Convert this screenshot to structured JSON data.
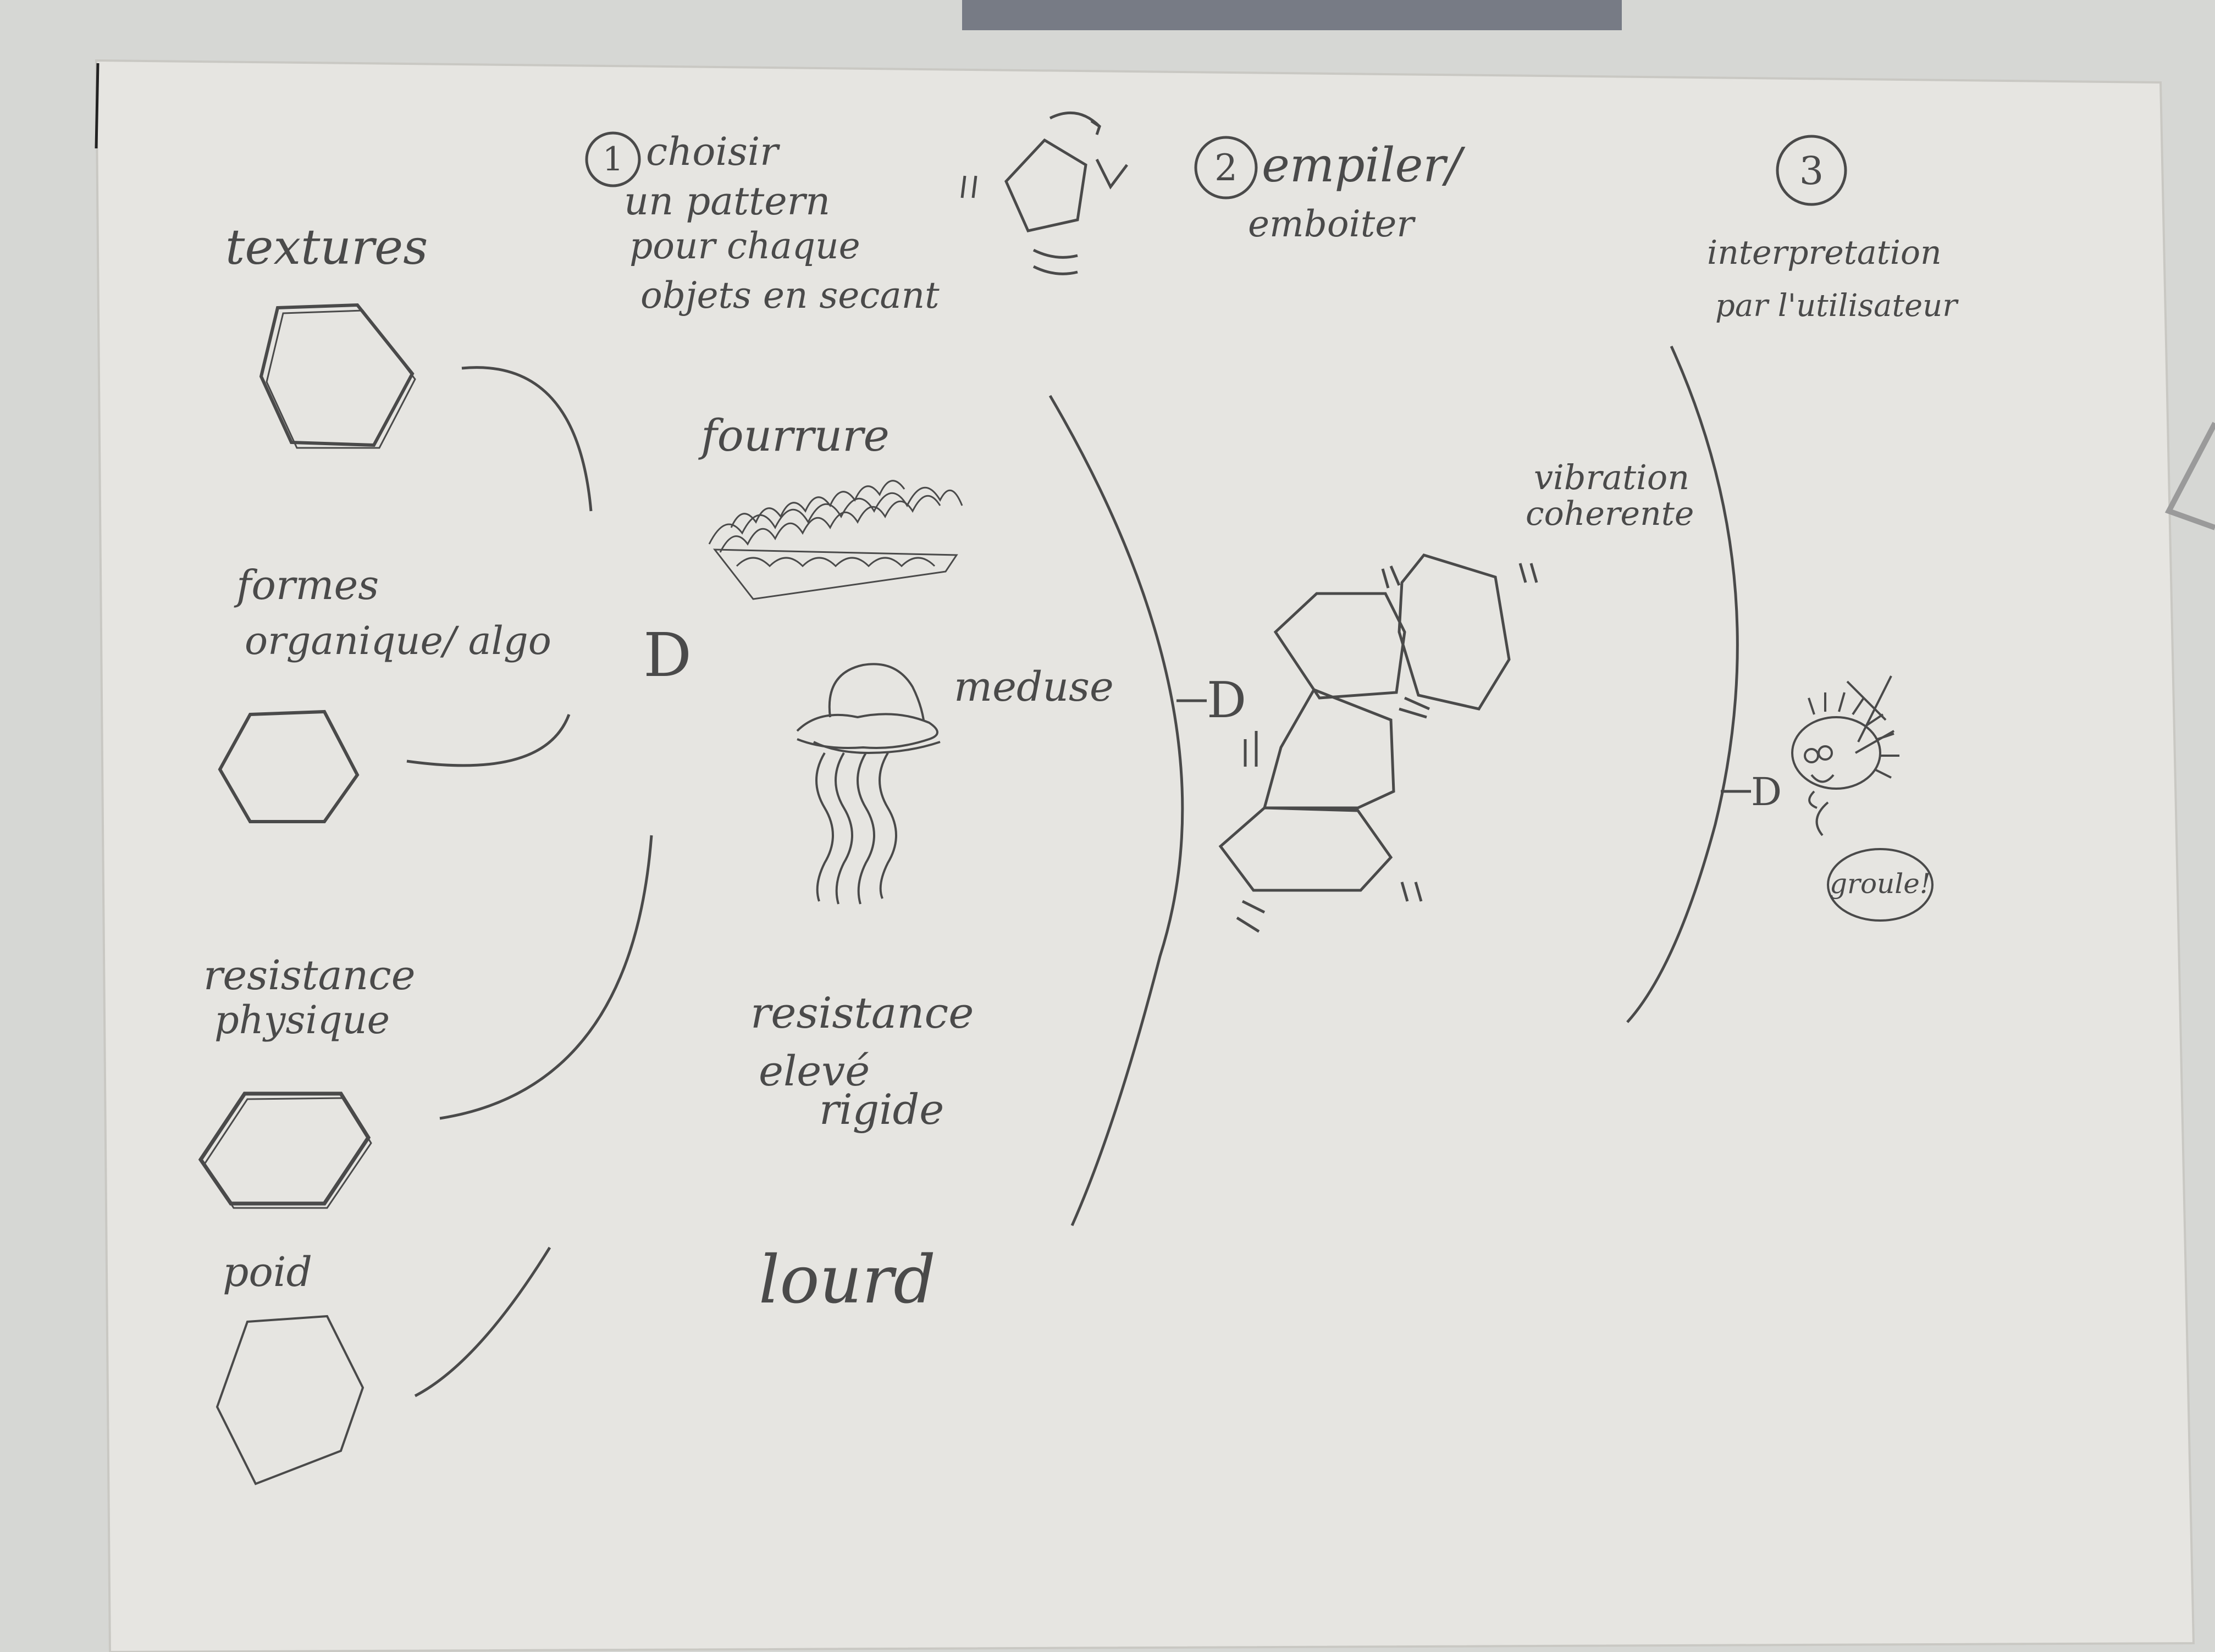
{
  "page": {
    "colors": {
      "background": "#d6d7d4",
      "paper": "#e6e5e1",
      "pencil": "#4a4a4a",
      "top_strip": "#5f6470"
    }
  },
  "steps": {
    "step1": {
      "number": "1",
      "lines": [
        "choisir",
        "un pattern",
        "pour chaque",
        "objets en secant"
      ]
    },
    "step2": {
      "number": "2",
      "lines": [
        "empiler/",
        "emboiter"
      ]
    },
    "step3": {
      "number": "3",
      "lines": [
        "interpretation",
        "par l'utilisateur"
      ]
    }
  },
  "left_column": {
    "items": [
      {
        "label_lines": [
          "textures"
        ]
      },
      {
        "label_lines": [
          "formes",
          "organique/ algo"
        ]
      },
      {
        "label_lines": [
          "resistance",
          "physique"
        ]
      },
      {
        "label_lines": [
          "poid"
        ]
      }
    ]
  },
  "middle_column": {
    "fourrure_label": "fourrure",
    "meduse_label": "meduse",
    "resistance_lines": [
      "resistance",
      "elevé",
      "rigide"
    ],
    "lourd_label": "lourd"
  },
  "right_section": {
    "vibration_lines": [
      "vibration",
      "coherente"
    ],
    "speech_bubble": "groule!"
  },
  "icons": {
    "arrow": "arrow-glyph",
    "pentagon": "pentagon-icon",
    "hexagon": "hexagon-icon"
  }
}
